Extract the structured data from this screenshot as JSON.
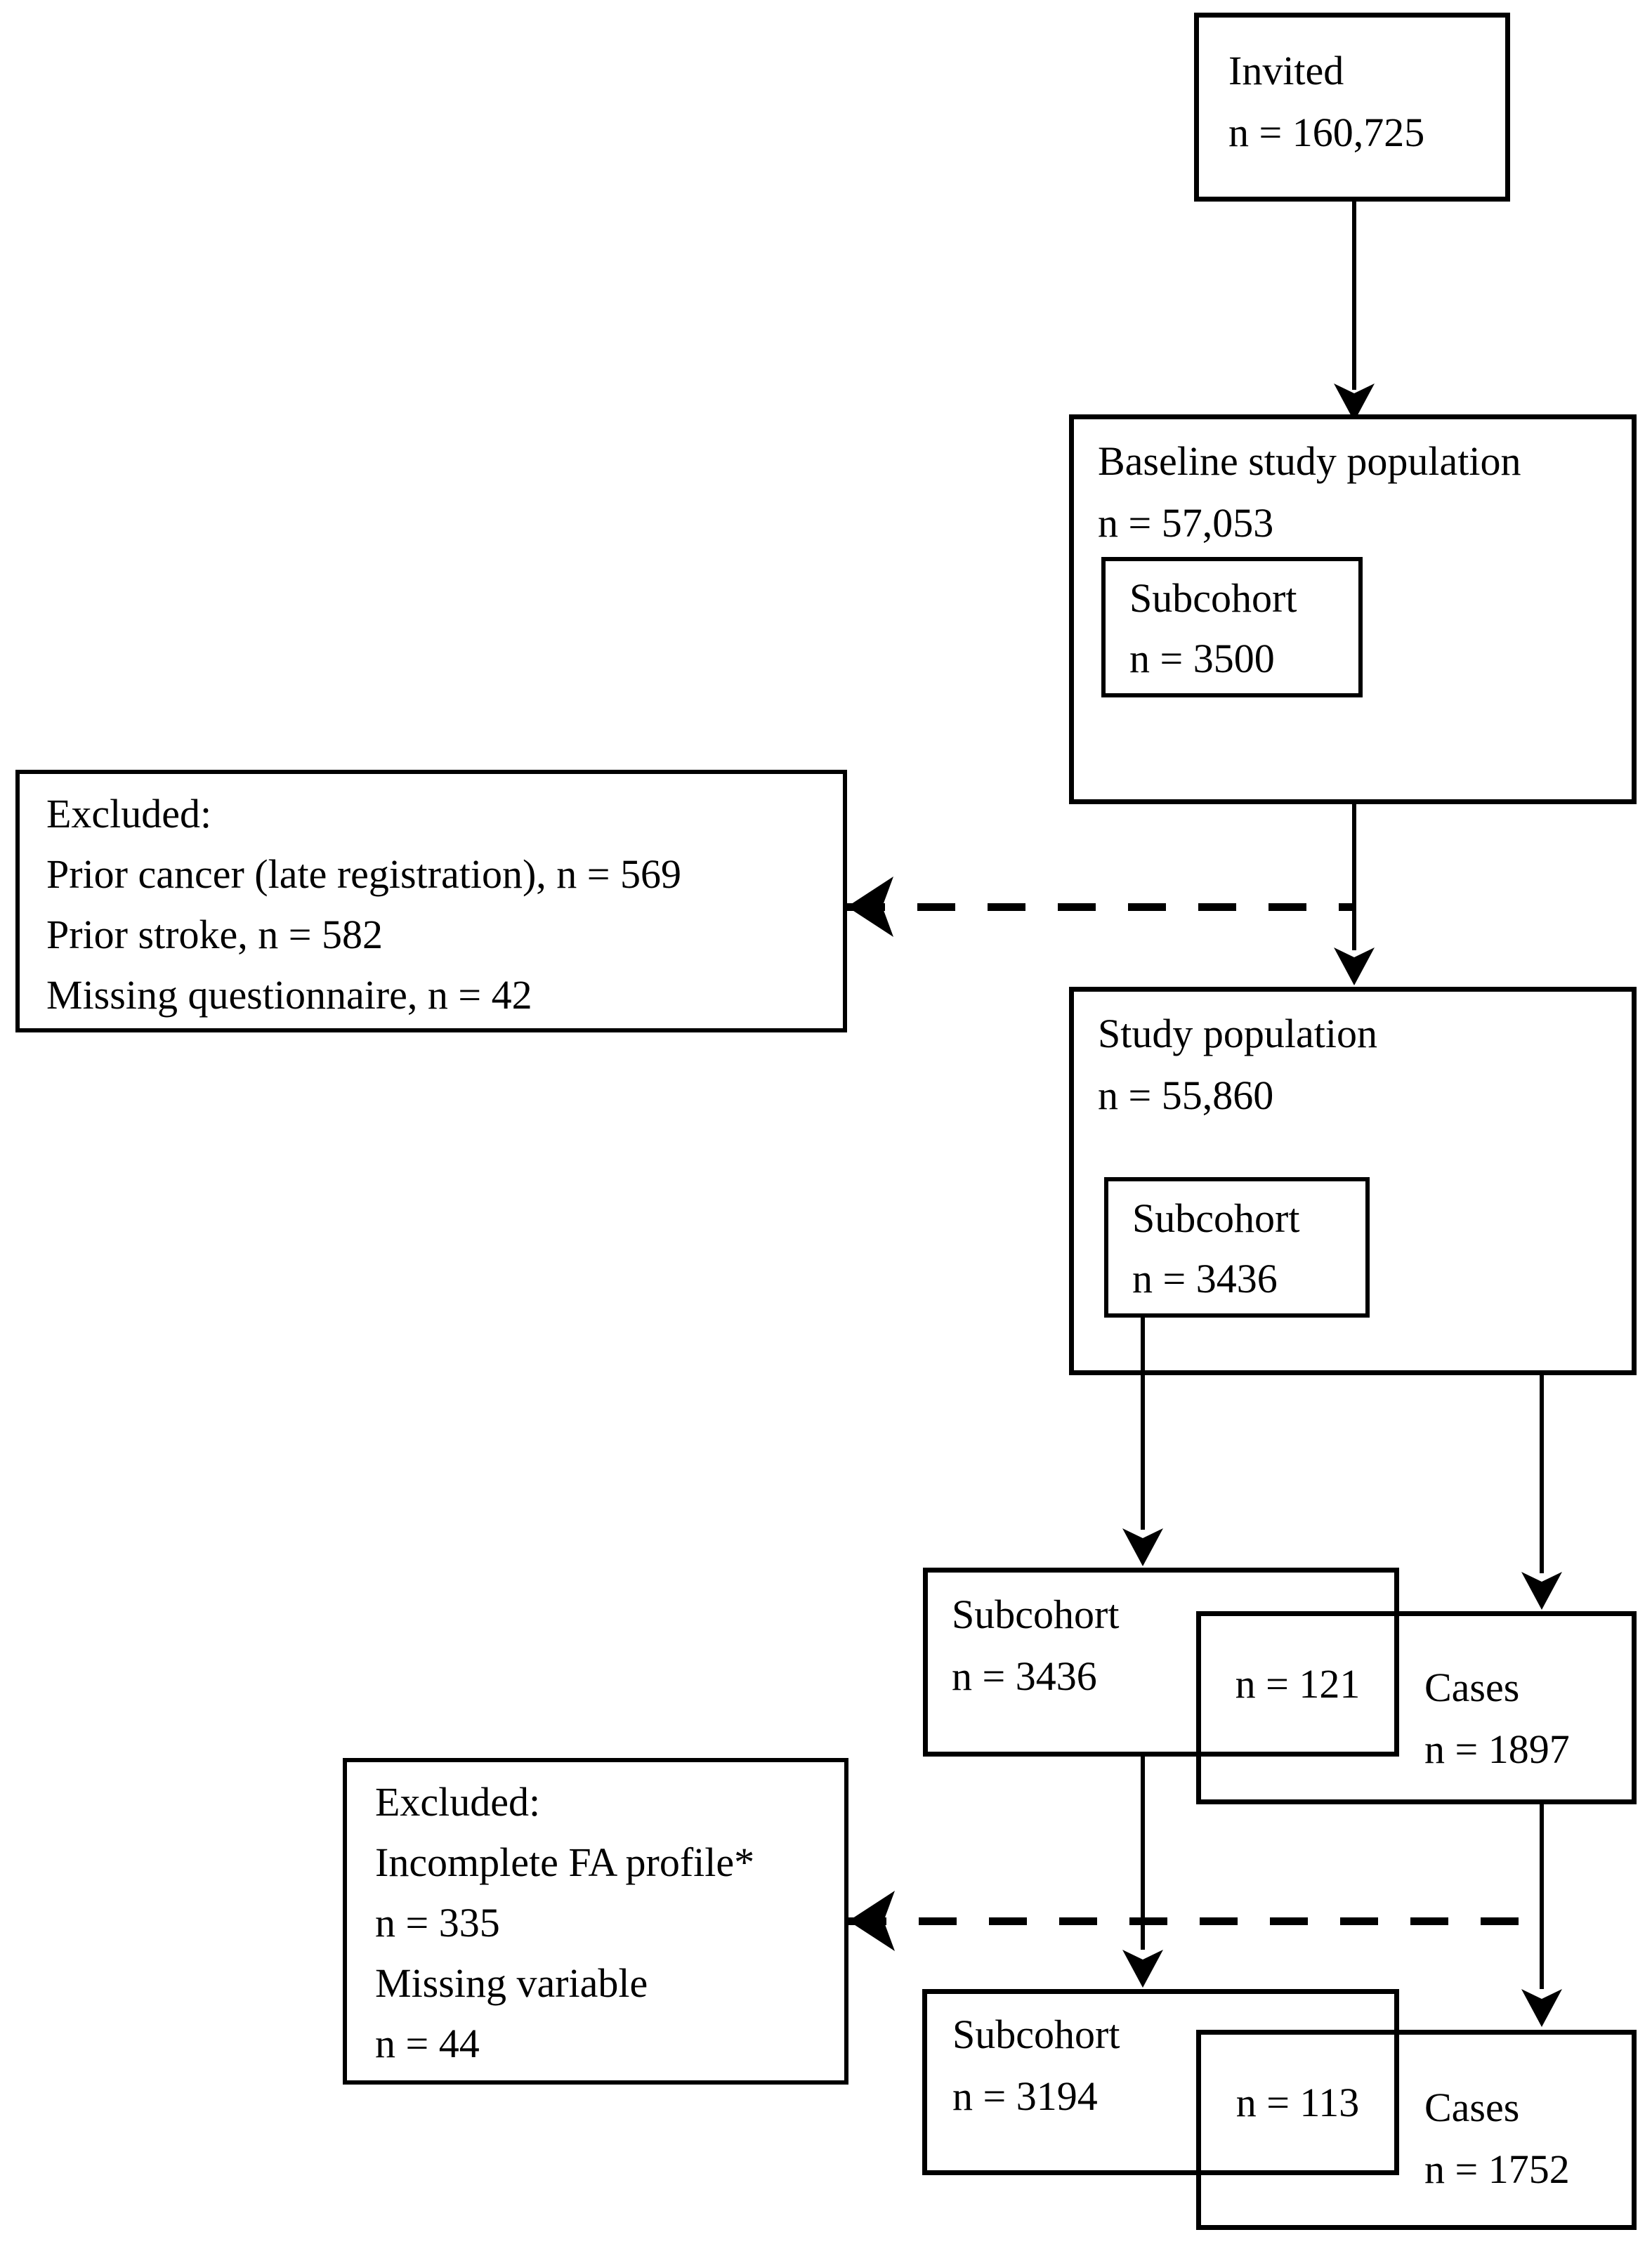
{
  "flowchart": {
    "colors": {
      "stroke": "#000000",
      "background": "#ffffff",
      "text": "#000000"
    },
    "nodes": {
      "invited": {
        "label": "Invited",
        "count": "n = 160,725"
      },
      "baseline_population": {
        "label": "Baseline study population",
        "count": "n = 57,053",
        "subcohort": {
          "label": "Subcohort",
          "count": "n = 3500"
        }
      },
      "excluded_baseline": {
        "heading": "Excluded:",
        "items": [
          "Prior cancer (late registration), n = 569",
          "Prior stroke, n = 582",
          "Missing questionnaire, n = 42"
        ]
      },
      "study_population": {
        "label": "Study population",
        "count": "n = 55,860",
        "subcohort": {
          "label": "Subcohort",
          "count": "n = 3436"
        }
      },
      "subcohort_interim": {
        "label": "Subcohort",
        "count": "n = 3436"
      },
      "overlap_interim": {
        "count": "n = 121"
      },
      "cases_interim": {
        "label": "Cases",
        "count": "n = 1897"
      },
      "excluded_profile": {
        "heading": "Excluded:",
        "items": [
          "Incomplete FA profile*",
          "n = 335",
          "Missing variable",
          "n = 44"
        ]
      },
      "subcohort_final": {
        "label": "Subcohort",
        "count": "n = 3194"
      },
      "overlap_final": {
        "count": "n = 113"
      },
      "cases_final": {
        "label": "Cases",
        "count": "n = 1752"
      }
    }
  }
}
